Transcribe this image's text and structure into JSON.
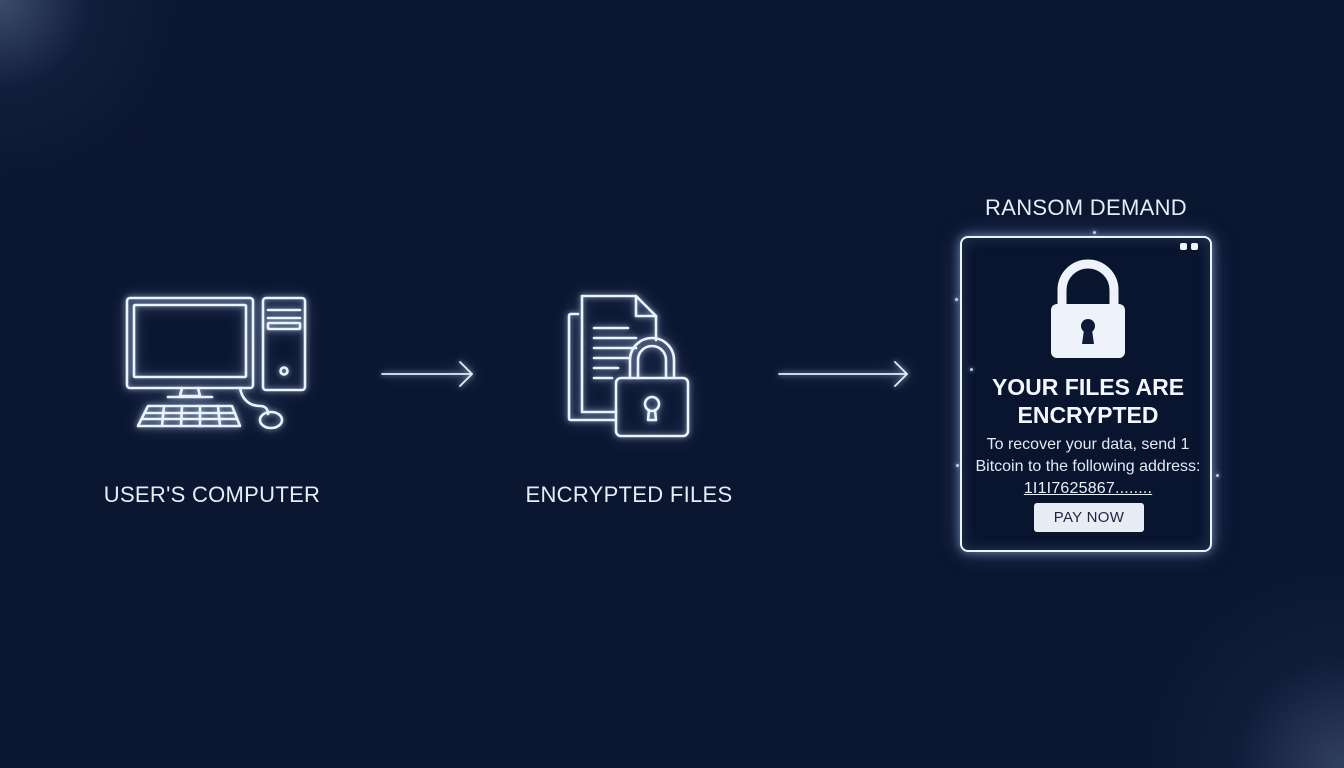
{
  "diagram": {
    "nodes": [
      {
        "id": "computer",
        "label": "USER'S COMPUTER",
        "icon": "desktop-computer-icon"
      },
      {
        "id": "files",
        "label": "ENCRYPTED FILES",
        "icon": "locked-document-icon"
      },
      {
        "id": "ransom",
        "label": "RANSOM DEMAND",
        "icon": "ransom-window-icon"
      }
    ],
    "edges": [
      {
        "from": "computer",
        "to": "files"
      },
      {
        "from": "files",
        "to": "ransom"
      }
    ]
  },
  "ransom_note": {
    "headline_line1": "YOUR FILES ARE",
    "headline_line2": "ENCRYPTED",
    "message": "To recover your data, send 1 Bitcoin to the following address:",
    "address": "1I1I7625867........",
    "button_label": "PAY NOW",
    "icon": "padlock-icon"
  },
  "colors": {
    "background": "#0b1630",
    "line": "#e6edf8",
    "button": "#e8edf5"
  }
}
